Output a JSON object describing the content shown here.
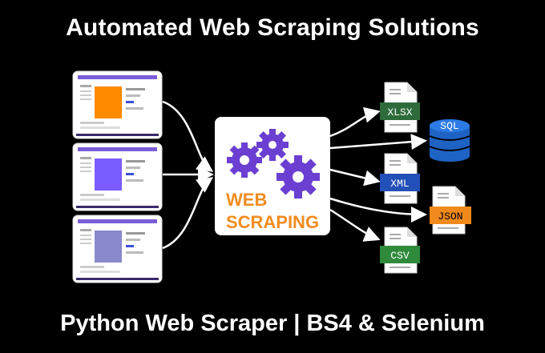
{
  "title": "Automated Web Scraping Solutions",
  "subtitle": "Python Web Scraper | BS4 & Selenium",
  "center": {
    "line1": "WEB",
    "line2": "SCRAPING"
  },
  "outputs": {
    "xlsx": "XLSX",
    "sql": "SQL",
    "xml": "XML",
    "json": "JSON",
    "csv": "CSV"
  },
  "colors": {
    "background": "#000000",
    "gear": "#6b3fd1",
    "web_text": "#f28c1f",
    "xlsx": "#2e6b3a",
    "sql": "#1e63c4",
    "xml": "#2350b8",
    "json": "#f08a1c",
    "csv": "#2f8a3c",
    "site_accent_1": "#ff8a00",
    "site_accent_2": "#7b5cff",
    "site_accent_3": "#8a88cc"
  }
}
